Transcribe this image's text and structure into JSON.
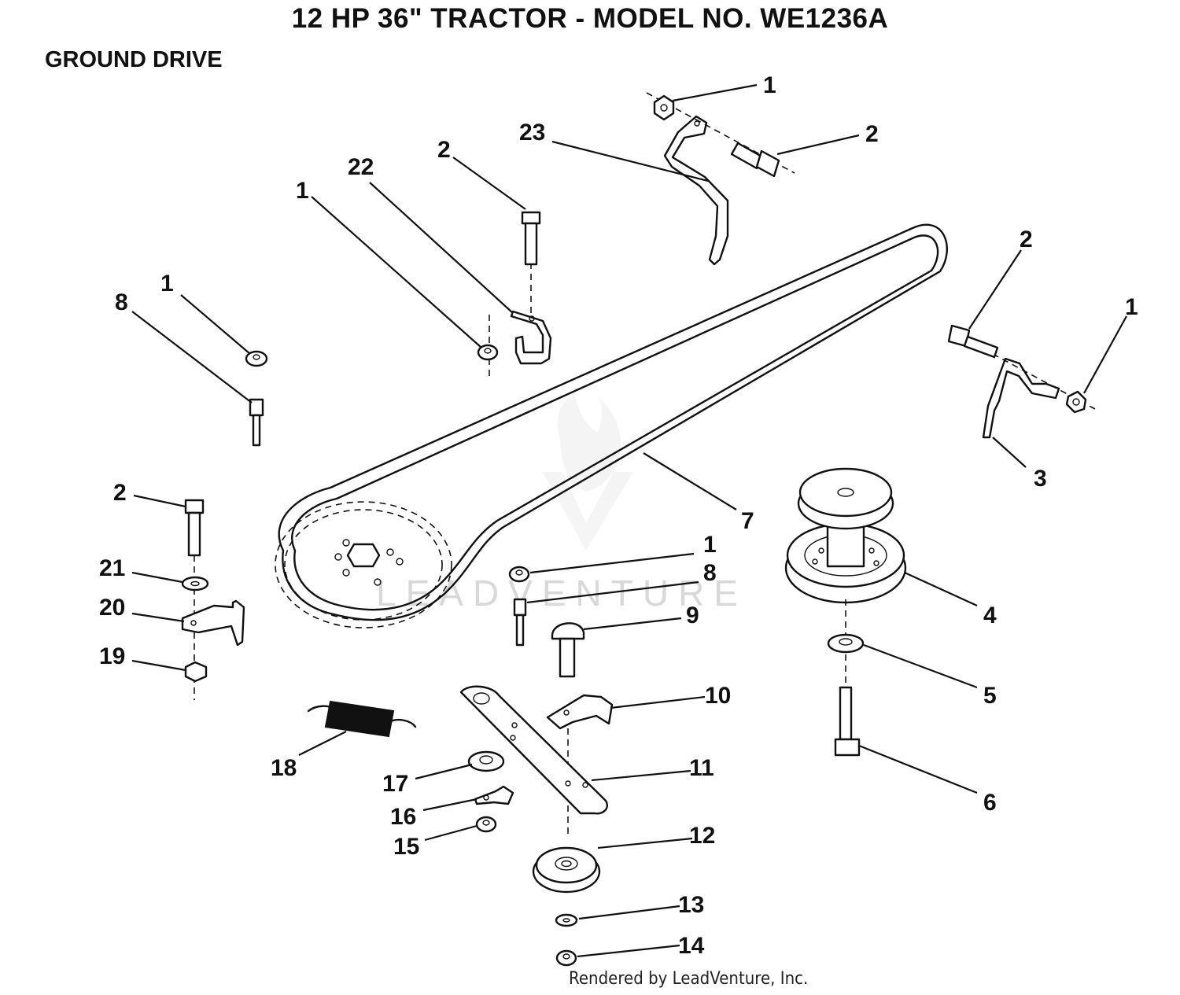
{
  "header": {
    "title": "12 HP 36\" TRACTOR - MODEL NO. WE1236A",
    "section": "GROUND DRIVE"
  },
  "footer": {
    "credit": "Rendered by LeadVenture, Inc."
  },
  "watermark": {
    "text": "LEADVENTURE"
  },
  "callouts": [
    {
      "id": "c1a",
      "label": "1"
    },
    {
      "id": "c2a",
      "label": "2"
    },
    {
      "id": "c23",
      "label": "23"
    },
    {
      "id": "c2b",
      "label": "2"
    },
    {
      "id": "c22",
      "label": "22"
    },
    {
      "id": "c1b",
      "label": "1"
    },
    {
      "id": "c1c",
      "label": "1"
    },
    {
      "id": "c8a",
      "label": "8"
    },
    {
      "id": "c2c",
      "label": "2"
    },
    {
      "id": "c1d",
      "label": "1"
    },
    {
      "id": "c3",
      "label": "3"
    },
    {
      "id": "c2d",
      "label": "2"
    },
    {
      "id": "c7",
      "label": "7"
    },
    {
      "id": "c21",
      "label": "21"
    },
    {
      "id": "c20",
      "label": "20"
    },
    {
      "id": "c19",
      "label": "19"
    },
    {
      "id": "c1e",
      "label": "1"
    },
    {
      "id": "c8b",
      "label": "8"
    },
    {
      "id": "c9",
      "label": "9"
    },
    {
      "id": "c4",
      "label": "4"
    },
    {
      "id": "c5",
      "label": "5"
    },
    {
      "id": "c10",
      "label": "10"
    },
    {
      "id": "c18",
      "label": "18"
    },
    {
      "id": "c11",
      "label": "11"
    },
    {
      "id": "c17",
      "label": "17"
    },
    {
      "id": "c16",
      "label": "16"
    },
    {
      "id": "c6",
      "label": "6"
    },
    {
      "id": "c15",
      "label": "15"
    },
    {
      "id": "c12",
      "label": "12"
    },
    {
      "id": "c13",
      "label": "13"
    },
    {
      "id": "c14",
      "label": "14"
    }
  ]
}
